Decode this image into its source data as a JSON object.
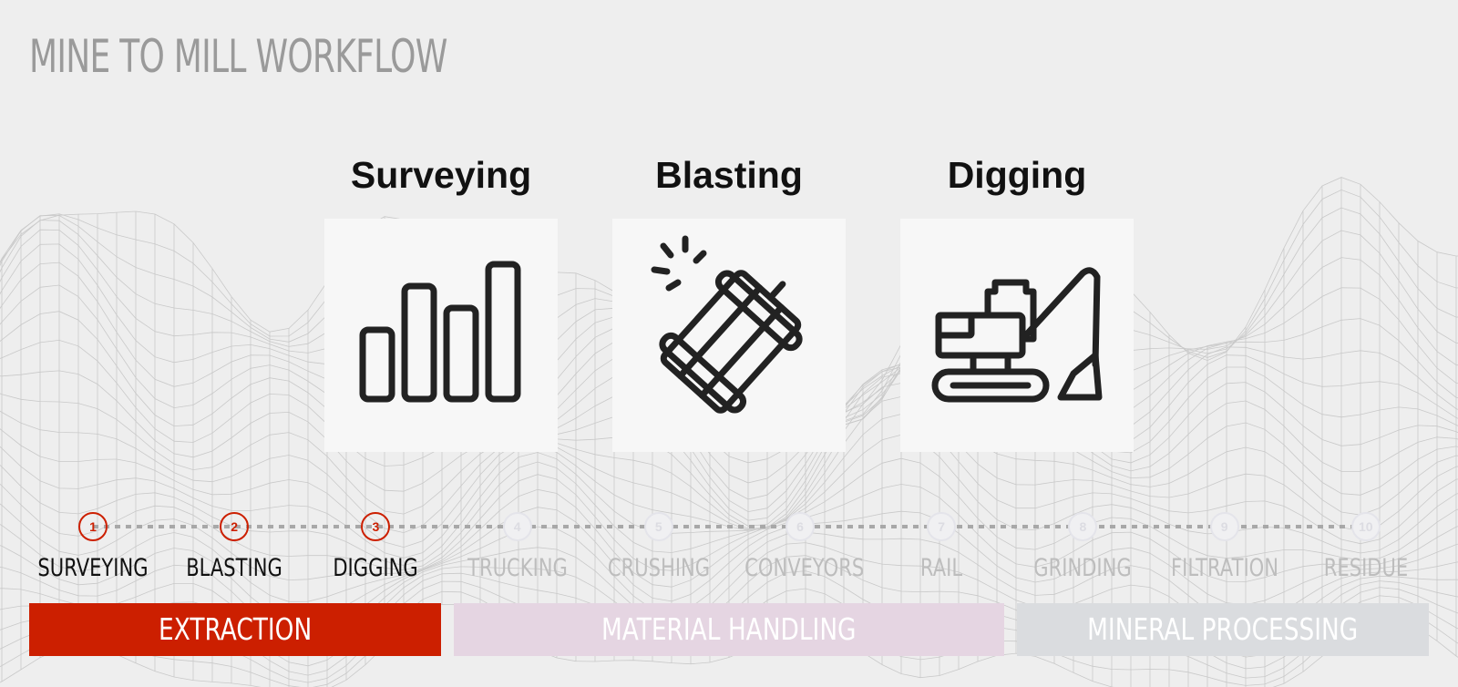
{
  "title": "MINE TO MILL WORKFLOW",
  "cards": [
    {
      "title": "Surveying",
      "icon": "bar-chart-icon"
    },
    {
      "title": "Blasting",
      "icon": "dynamite-icon"
    },
    {
      "title": "Digging",
      "icon": "excavator-icon"
    }
  ],
  "steps": [
    {
      "number": "1",
      "label": "SURVEYING",
      "active": true
    },
    {
      "number": "2",
      "label": "BLASTING",
      "active": true
    },
    {
      "number": "3",
      "label": "DIGGING",
      "active": true
    },
    {
      "number": "4",
      "label": "TRUCKING",
      "active": false
    },
    {
      "number": "5",
      "label": "CRUSHING",
      "active": false
    },
    {
      "number": "6",
      "label": "CONVEYORS",
      "active": false
    },
    {
      "number": "7",
      "label": "RAIL",
      "active": false
    },
    {
      "number": "8",
      "label": "GRINDING",
      "active": false
    },
    {
      "number": "9",
      "label": "FILTRATION",
      "active": false
    },
    {
      "number": "10",
      "label": "RESIDUE",
      "active": false
    }
  ],
  "phases": [
    {
      "label": "EXTRACTION",
      "color": "#cc1f00"
    },
    {
      "label": "MATERIAL HANDLING",
      "color": "#e5d5e2"
    },
    {
      "label": "MINERAL PROCESSING",
      "color": "#dadcdf"
    }
  ],
  "colors": {
    "accent": "#cc1f00",
    "background": "#eeeeee",
    "icon": "#222222"
  }
}
